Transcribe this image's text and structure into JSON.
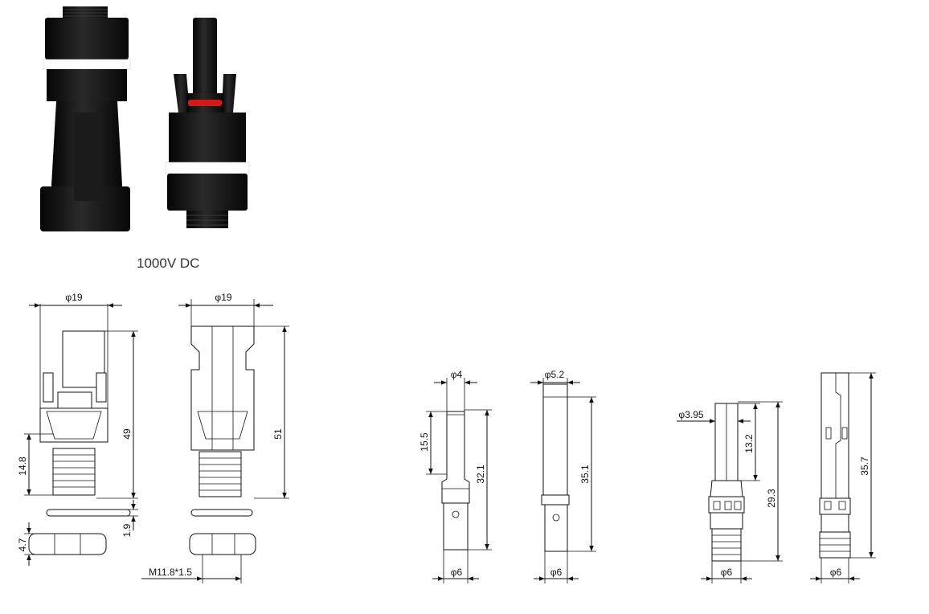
{
  "caption": "1000V DC",
  "photo": {
    "left_connector": "male-connector-photo",
    "right_connector": "female-connector-photo",
    "accent_colors": {
      "body": "#111111",
      "seal_ring": "#ffffff",
      "o_ring": "#d21a1a"
    }
  },
  "drawings": {
    "male": {
      "dia": "φ19",
      "height": "49",
      "thread_len": "14.8",
      "washer": "1.9",
      "nut": "4.7"
    },
    "female": {
      "dia": "φ19",
      "height": "51",
      "thread": "M11.8*1.5"
    },
    "pin_a": {
      "tip": "φ4",
      "len_tip": "15.5",
      "len_total": "32.1",
      "base": "φ6"
    },
    "pin_b": {
      "tip": "φ5.2",
      "len_total": "35.1",
      "base": "φ6"
    },
    "socket_a": {
      "tip": "φ3.95",
      "len_tip": "13.2",
      "len_total": "29.3",
      "base": "φ6"
    },
    "socket_b": {
      "len_total": "35.7",
      "base": "φ6"
    }
  }
}
